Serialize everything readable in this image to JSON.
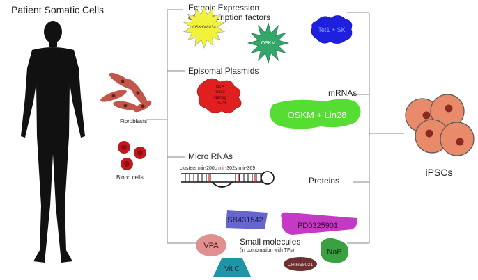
{
  "title": "Patient Somatic Cells",
  "source": {
    "fibroblasts": "Fibroblasts",
    "blood_cells": "Blood cells"
  },
  "ectopic": {
    "title_line1": "Ectopic Expression",
    "title_line2": "of transcription factors",
    "items": [
      "OSK+Wnt3a",
      "OSKM",
      "Tet1 + SK"
    ]
  },
  "episomal": {
    "title": "Episomal Plasmids",
    "factors": [
      "Oct4",
      "Sox2",
      "Nanog",
      "Lin-28"
    ]
  },
  "mrnas": {
    "title": "mRNAs",
    "label": "OSKM + Lin28"
  },
  "micro_rnas": {
    "title": "Micro RNAs",
    "clusters": "clusters mir-200c mir-302s mir-369"
  },
  "proteins": {
    "title": "Proteins"
  },
  "small_molecules": {
    "title": "Small molecules",
    "subtitle": "(in combination with TFs)",
    "items": [
      "SB431542",
      "PD0325901",
      "VPA",
      "NaB",
      "Vit C",
      "CHIR99021"
    ]
  },
  "target": "iPSCs",
  "colors": {
    "osk_wnt3a": "#f2f23a",
    "oskm": "#33a66a",
    "tet1": "#1f1fe0",
    "episomal": "#e02020",
    "mrna": "#55dd33",
    "sb431542": "#6666cc",
    "pd0325901": "#c43ac4",
    "vpa": "#e09090",
    "nab": "#3aa040",
    "vitc": "#1f95a8",
    "chir": "#6b3030",
    "fibroblast": "#c0574a",
    "blood": "#c0191d",
    "ipsc": "#e98a6a",
    "mirna_accent": "#cc2222"
  }
}
